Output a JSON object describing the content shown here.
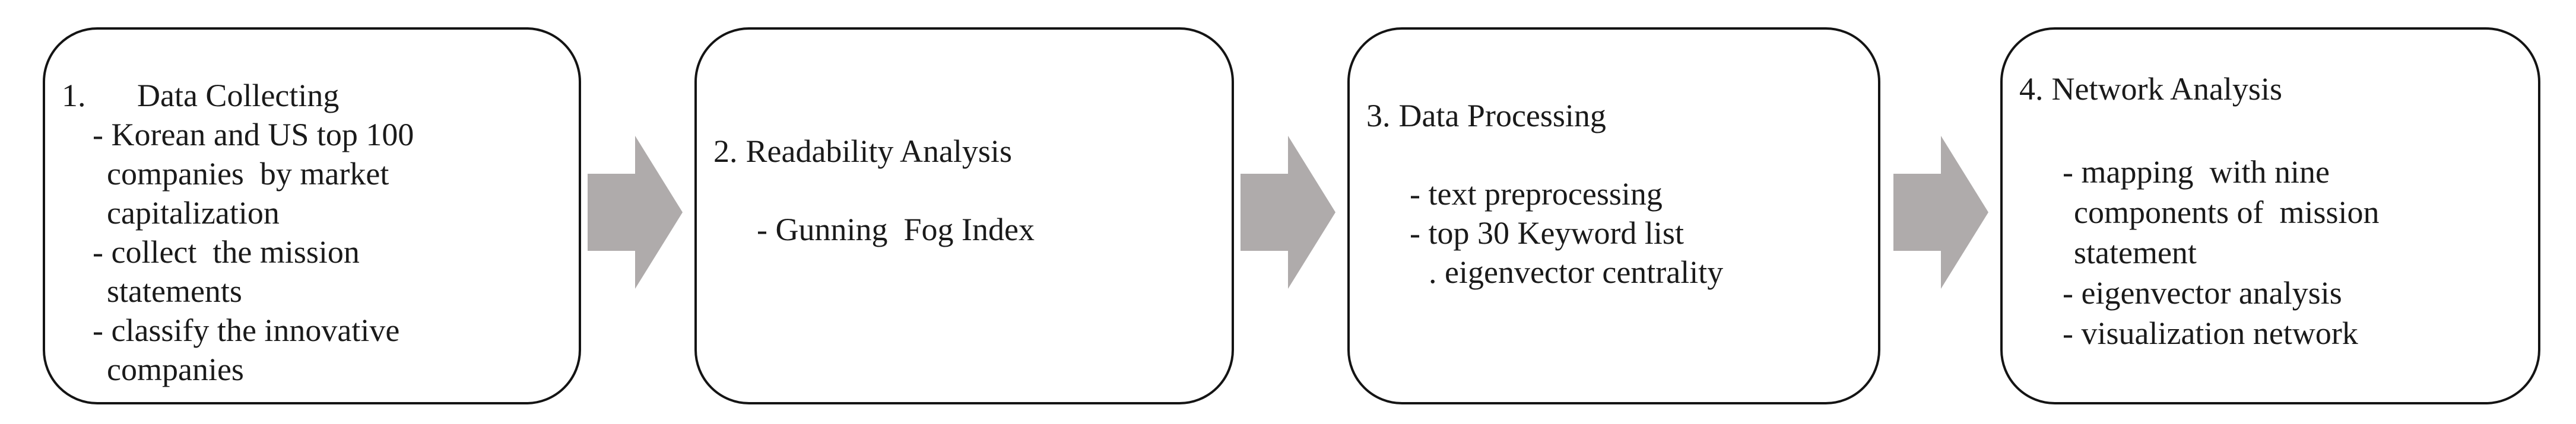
{
  "colors": {
    "background": "#ffffff",
    "box_fill": "#ffffff",
    "box_border": "#141414",
    "text": "#1a1a1a",
    "arrow": "#afabab"
  },
  "icons": {
    "arrow": "right-block-arrow-icon"
  },
  "boxes": [
    {
      "number": "1.",
      "title": "Data Collecting",
      "lines": [
        "- Korean and US top 100",
        "companies  by market",
        "capitalization",
        "- collect  the mission",
        "statements",
        "- classify the innovative",
        "companies"
      ]
    },
    {
      "number": "2.",
      "title": "Readability Analysis",
      "lines": [
        "- Gunning  Fog Index"
      ]
    },
    {
      "number": "3.",
      "title": "Data Processing",
      "lines": [
        "- text preprocessing",
        "- top 30 Keyword list",
        ". eigenvector centrality"
      ]
    },
    {
      "number": "4.",
      "title": "Network Analysis",
      "lines": [
        "- mapping  with nine",
        "components of  mission",
        "statement",
        "- eigenvector analysis",
        "- visualization network"
      ]
    }
  ]
}
